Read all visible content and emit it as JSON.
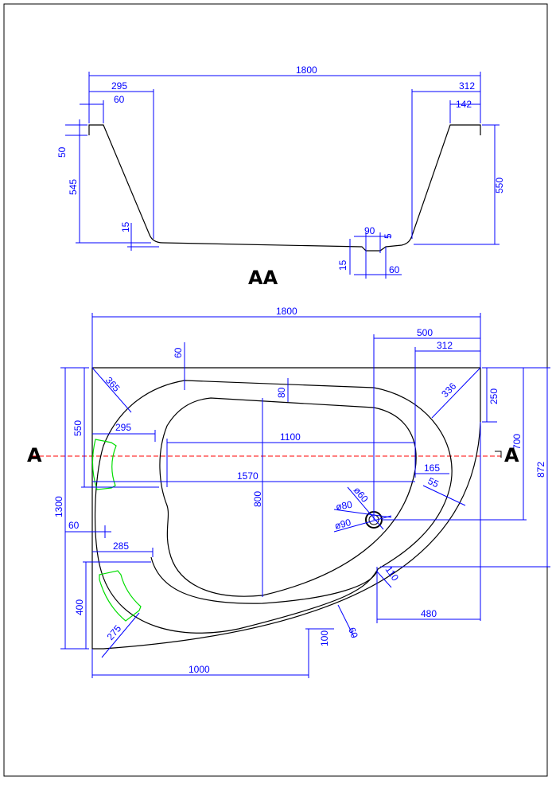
{
  "section": {
    "title": "AA",
    "dims": [
      "1800",
      "295",
      "60",
      "312",
      "142",
      "50",
      "545",
      "15",
      "550",
      "90",
      "5",
      "15",
      "60"
    ]
  },
  "plan": {
    "section_marker": "A",
    "dims": [
      "1800",
      "500",
      "312",
      "60",
      "80",
      "365",
      "336",
      "250",
      "700",
      "872",
      "550",
      "295",
      "1100",
      "165",
      "1570",
      "800",
      "55",
      "ø60",
      "ø80",
      "ø90",
      "1300",
      "60",
      "285",
      "400",
      "275",
      "110",
      "480",
      "100",
      "60",
      "1000"
    ]
  },
  "colors": {
    "dimension": "#0000ff",
    "outline": "#000000",
    "headrest": "#00dd00",
    "section_line": "#ff0000"
  }
}
